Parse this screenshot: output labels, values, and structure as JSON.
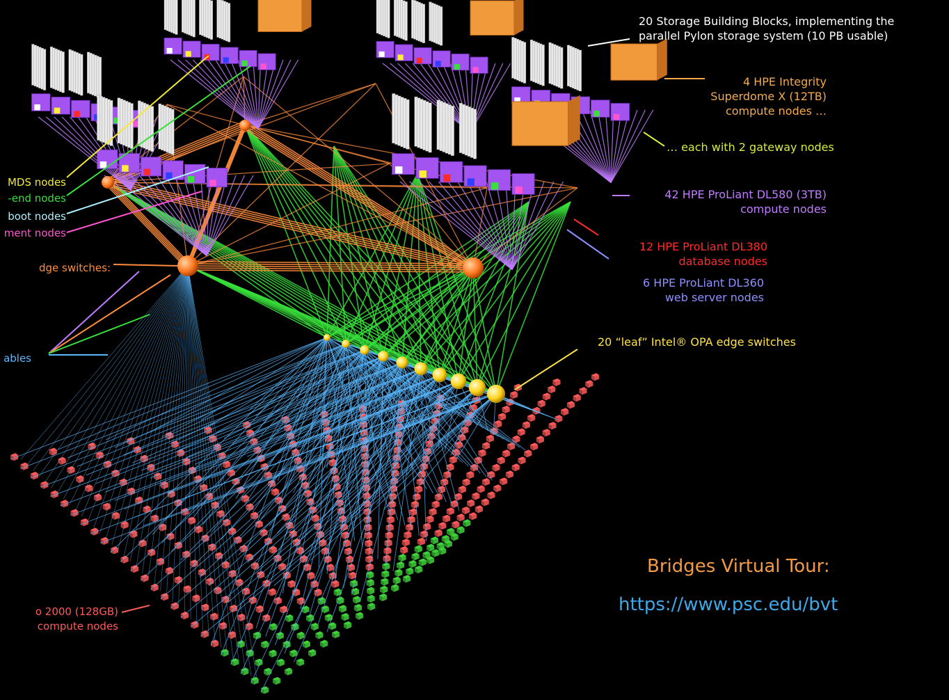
{
  "colors": {
    "background": "#000000",
    "storage_text": "#ffffff",
    "superdome": "#f5a94a",
    "gateway": "#d7ea3d",
    "mds": "#f4e93a",
    "frontend": "#38e03b",
    "boot": "#aef0ff",
    "mgmt": "#ff55d0",
    "core_switch": "#ff8d3b",
    "dl580": "#c07cff",
    "dl380": "#ff2a2a",
    "dl360": "#8f8fff",
    "leaf": "#ffe24a",
    "cables_blue": "#5ab8ff",
    "compute_red": "#ff5a5a",
    "tour": "#f29a45",
    "url": "#3ea8e8"
  },
  "labels": {
    "storage_line1": "20 Storage Building Blocks, implementing the",
    "storage_line2": "parallel Pylon storage system (10 PB usable)",
    "superdome_line1": "4 HPE Integrity",
    "superdome_line2": "Superdome X (12TB)",
    "superdome_line3": "compute nodes …",
    "gateway": "… each with 2 gateway nodes",
    "mds": "MDS nodes",
    "frontend": "-end nodes",
    "boot": "boot nodes",
    "mgmt": "ment nodes",
    "core_switch": "dge switches:",
    "dl580_line1": "42 HPE ProLiant DL580 (3TB)",
    "dl580_line2": "compute nodes",
    "dl380_line1": "12 HPE ProLiant DL380",
    "dl380_line2": "database nodes",
    "dl360_line1": "6 HPE ProLiant DL360",
    "dl360_line2": "web server nodes",
    "leaf": "20 “leaf” Intel® OPA edge switches",
    "cables": "ables",
    "compute_line1": "o 2000 (128GB)",
    "compute_line2": "compute nodes",
    "tour_title": "Bridges Virtual Tour:",
    "tour_url": "https://www.psc.edu/bvt"
  }
}
